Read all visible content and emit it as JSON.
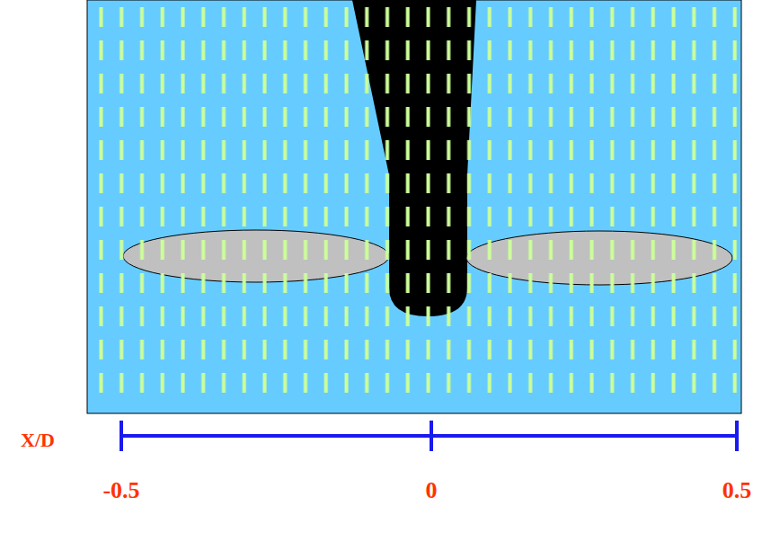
{
  "diagram": {
    "labels": [
      "X/D",
      "-0.5",
      "0",
      "0.5"
    ]
  }
}
